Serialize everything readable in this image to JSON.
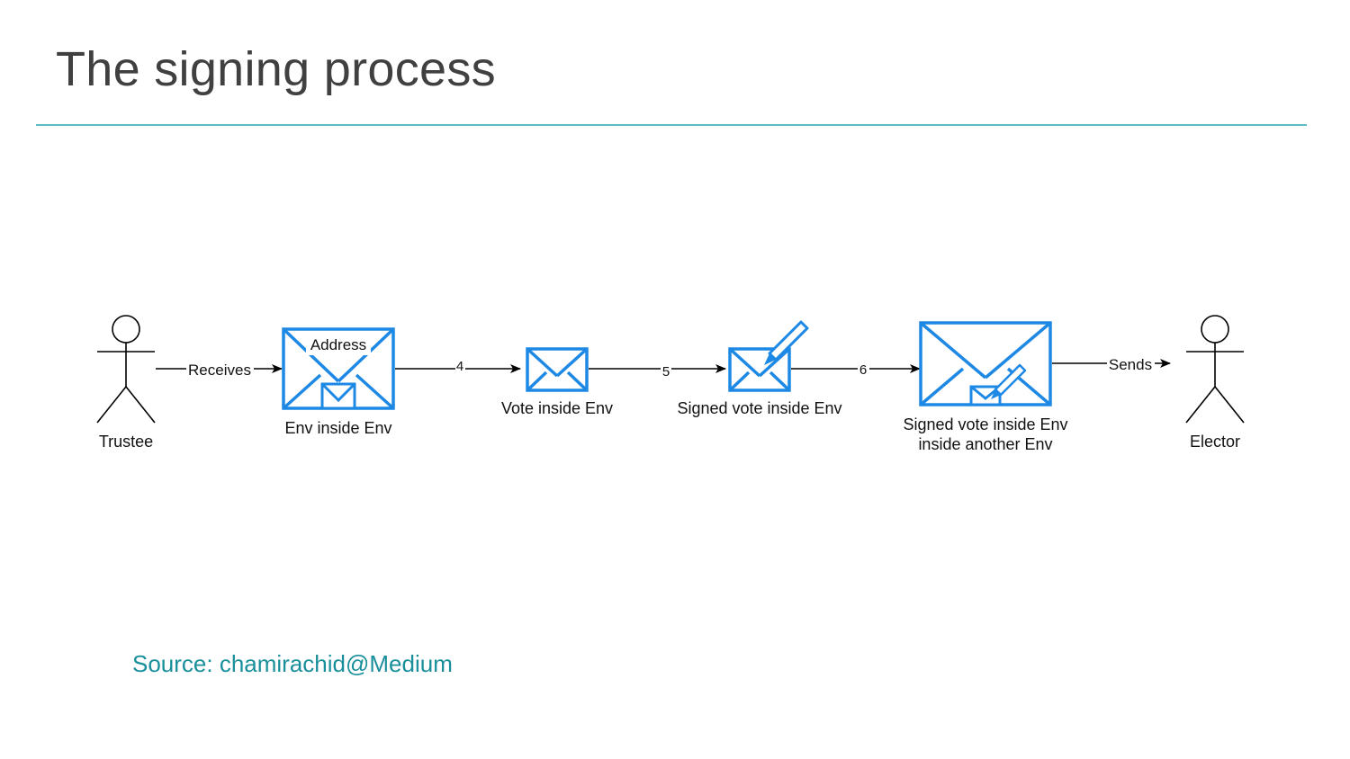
{
  "slide": {
    "title": "The signing process",
    "source": "Source: chamirachid@Medium"
  },
  "diagram": {
    "actors": {
      "trustee": "Trustee",
      "elector": "Elector"
    },
    "nodes": {
      "envelope_1_inner_text": "Address",
      "envelope_1_caption": "Env inside Env",
      "envelope_2_caption": "Vote inside Env",
      "envelope_3_caption": "Signed vote inside Env",
      "envelope_4_caption_line1": "Signed vote inside Env",
      "envelope_4_caption_line2": "inside another Env"
    },
    "edges": {
      "receives": "Receives",
      "step_4": "4",
      "step_5": "5",
      "step_6": "6",
      "sends": "Sends"
    },
    "colors": {
      "envelope_blue": "#1e88e5",
      "arrow": "#000000",
      "rule": "#5bbcc4",
      "source_text": "#1a8f9c"
    }
  }
}
